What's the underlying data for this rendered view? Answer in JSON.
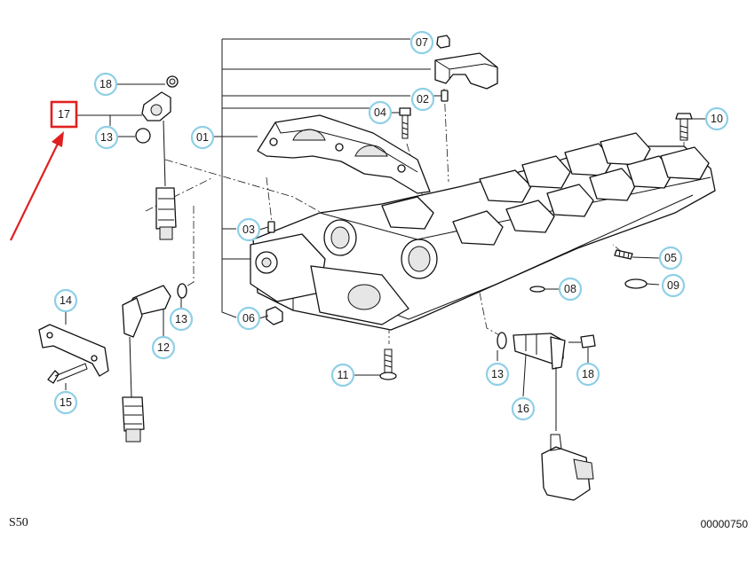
{
  "callouts": {
    "c01": "01",
    "c02": "02",
    "c03": "03",
    "c04": "04",
    "c05": "05",
    "c06": "06",
    "c07": "07",
    "c08": "08",
    "c09": "09",
    "c10": "10",
    "c11": "11",
    "c12": "12",
    "c13a": "13",
    "c13b": "13",
    "c13c": "13",
    "c14": "14",
    "c15": "15",
    "c16": "16",
    "c17": "17",
    "c18a": "18",
    "c18b": "18"
  },
  "footer": {
    "diagram_code": "S50",
    "diagram_number": "00000750"
  },
  "colors": {
    "callout_ring": "#8ecfe6",
    "highlight": "#e02020",
    "line": "#1a1a1a"
  }
}
